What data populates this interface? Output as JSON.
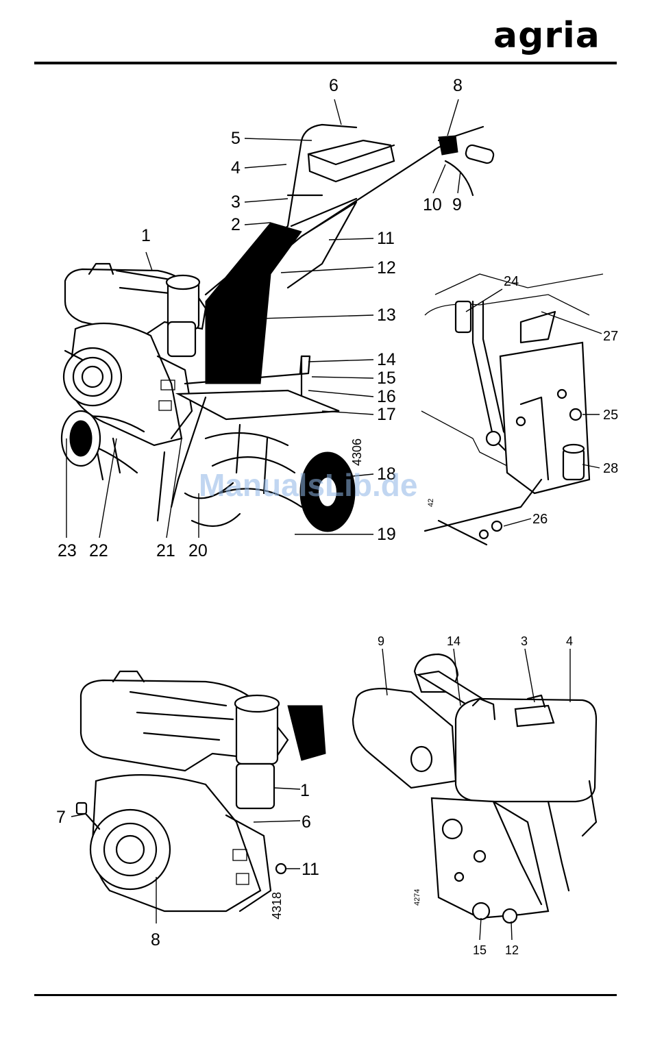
{
  "header": {
    "brand": "agria"
  },
  "watermark": "ManualsLib.de",
  "figures": {
    "tiller": {
      "code": "4306",
      "labels": [
        "1",
        "2",
        "3",
        "4",
        "5",
        "6",
        "8",
        "9",
        "10",
        "11",
        "12",
        "13",
        "14",
        "15",
        "16",
        "17",
        "18",
        "19",
        "20",
        "21",
        "22",
        "23"
      ]
    },
    "detail": {
      "code": "42",
      "labels": [
        "24",
        "25",
        "26",
        "27",
        "28"
      ]
    },
    "engine_left": {
      "code": "4318",
      "labels": [
        "1",
        "6",
        "7",
        "8",
        "11"
      ]
    },
    "engine_right": {
      "code": "4274",
      "labels": [
        "3",
        "4",
        "9",
        "12",
        "14",
        "15"
      ]
    }
  }
}
